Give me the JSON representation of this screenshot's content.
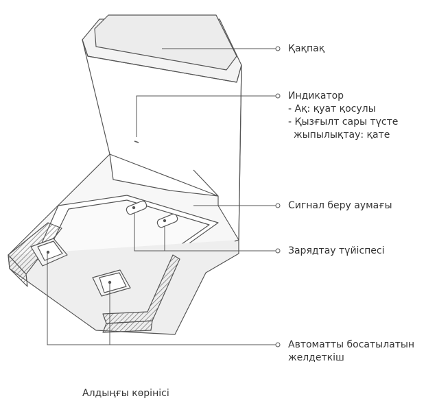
{
  "labels": {
    "lid": "Қақпақ",
    "indicator": {
      "title": "Индикатор",
      "white": "- Ақ: қуат қосулы",
      "orange_1": "- Қызғылт сары түсте",
      "orange_2": "жыпылықтау: қате"
    },
    "signal_area": "Сигнал беру аумағы",
    "charging_contacts": "Зарядтау түйіспесі",
    "auto_fans": {
      "line1": "Автоматты босатылатын",
      "line2": "желдеткіш"
    }
  },
  "caption": "Алдыңғы көрінісі",
  "colors": {
    "line": "#555555",
    "fill_light": "#f3f3f3",
    "fill_white": "#ffffff",
    "hatch": "#7a7a7a"
  }
}
